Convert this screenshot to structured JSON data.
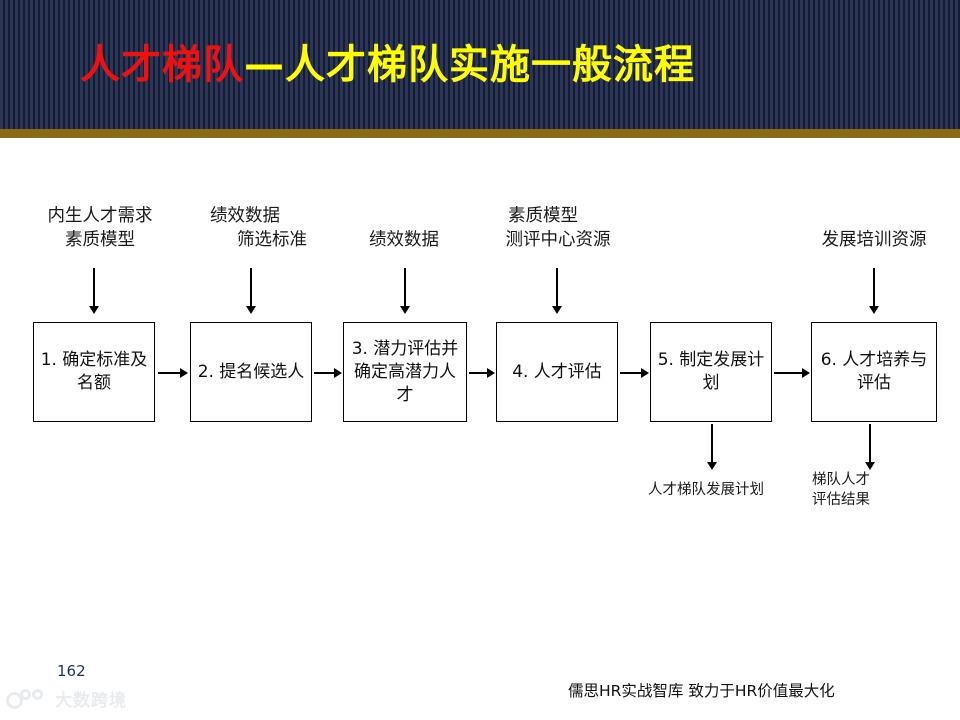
{
  "header": {
    "title_red": "人才梯队",
    "title_yellow": "—人才梯队实施一般流程",
    "bg_color": "#1b2340",
    "rule_color": "#8a6a14",
    "red": "#ee1111",
    "yellow": "#ffff00"
  },
  "diagram": {
    "inputs": [
      {
        "line1": "内生人才需求",
        "line2": "素质模型"
      },
      {
        "line1": "绩效数据",
        "line2": "筛选标准"
      },
      {
        "line1": "绩效数据",
        "line2": ""
      },
      {
        "line1": "素质模型",
        "line2": "测评中心资源"
      },
      {
        "line1": "发展培训资源",
        "line2": ""
      }
    ],
    "steps": [
      {
        "label": "1. 确定标准及名额"
      },
      {
        "label": "2. 提名候选人"
      },
      {
        "label": "3. 潜力评估并确定高潜力人才"
      },
      {
        "label": "4. 人才评估"
      },
      {
        "label": "5. 制定发展计划"
      },
      {
        "label": "6. 人才培养与评估"
      }
    ],
    "outputs": [
      {
        "line1": "人才梯队发展计划",
        "line2": ""
      },
      {
        "line1": "梯队人才",
        "line2": "评估结果"
      }
    ]
  },
  "footer": {
    "page_number": "162",
    "tagline": "儒思HR实战智库  致力于HR价值最大化",
    "watermark_text": "大数跨境"
  }
}
